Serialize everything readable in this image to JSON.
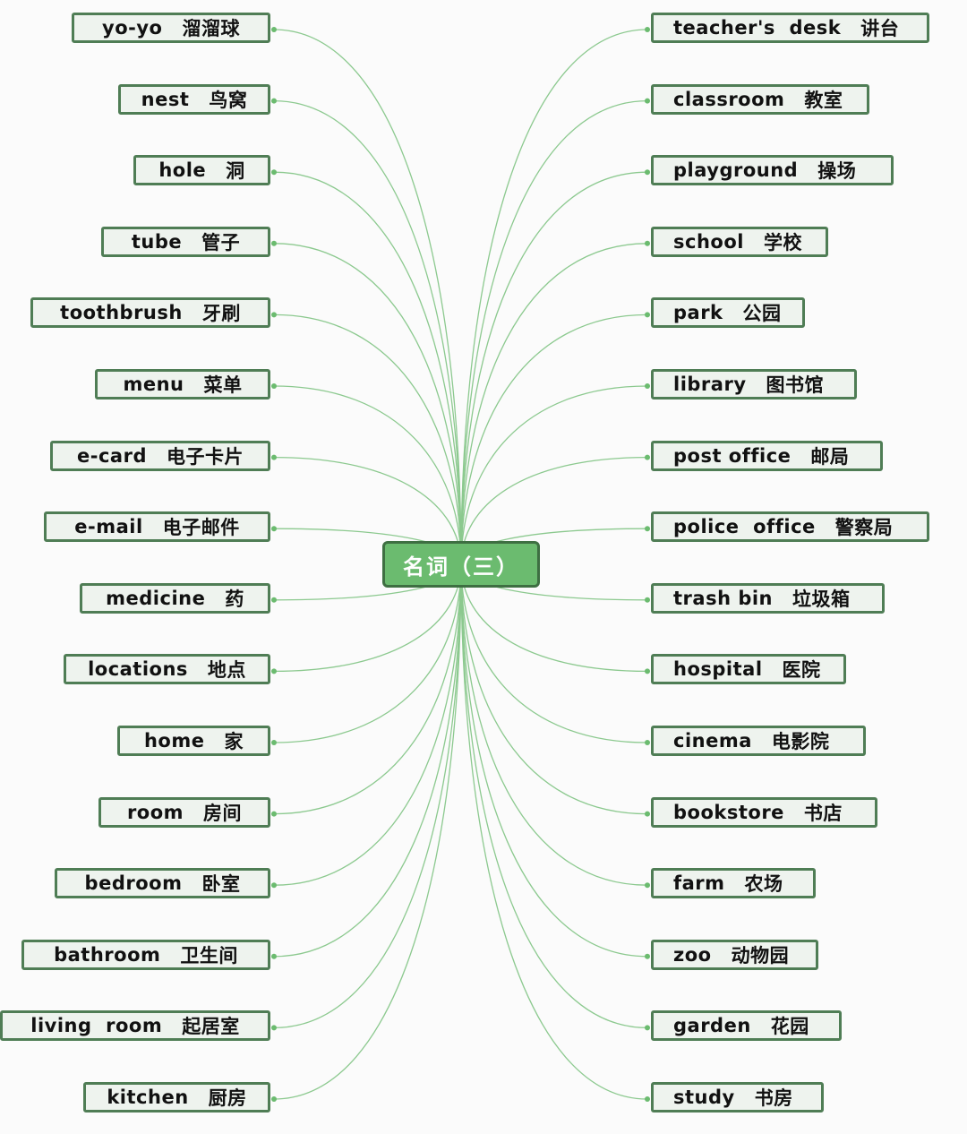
{
  "center": {
    "label": "名词（三）"
  },
  "colors": {
    "line": "#8cc98f",
    "dot": "#6bbb6f",
    "node_border": "#4f7d55",
    "node_fill": "#eef3ee",
    "center_fill": "#6bbb6f"
  },
  "left": [
    {
      "en": "yo-yo",
      "zh": "溜溜球"
    },
    {
      "en": "nest",
      "zh": "鸟窝"
    },
    {
      "en": "hole",
      "zh": "洞"
    },
    {
      "en": "tube",
      "zh": "管子"
    },
    {
      "en": "toothbrush",
      "zh": "牙刷"
    },
    {
      "en": "menu",
      "zh": "菜单"
    },
    {
      "en": "e-card",
      "zh": "电子卡片"
    },
    {
      "en": "e-mail",
      "zh": "电子邮件"
    },
    {
      "en": "medicine",
      "zh": "药"
    },
    {
      "en": "locations",
      "zh": "地点"
    },
    {
      "en": "home",
      "zh": "家"
    },
    {
      "en": "room",
      "zh": "房间"
    },
    {
      "en": "bedroom",
      "zh": "卧室"
    },
    {
      "en": "bathroom",
      "zh": "卫生间"
    },
    {
      "en": "living  room",
      "zh": "起居室"
    },
    {
      "en": "kitchen",
      "zh": "厨房"
    }
  ],
  "right": [
    {
      "en": "teacher's  desk",
      "zh": "讲台"
    },
    {
      "en": "classroom",
      "zh": "教室"
    },
    {
      "en": "playground",
      "zh": "操场"
    },
    {
      "en": "school",
      "zh": "学校"
    },
    {
      "en": "park",
      "zh": "公园"
    },
    {
      "en": "library",
      "zh": "图书馆"
    },
    {
      "en": "post office",
      "zh": "邮局"
    },
    {
      "en": "police  office",
      "zh": "警察局"
    },
    {
      "en": "trash bin",
      "zh": "垃圾箱"
    },
    {
      "en": "hospital",
      "zh": "医院"
    },
    {
      "en": "cinema",
      "zh": "电影院"
    },
    {
      "en": "bookstore",
      "zh": "书店"
    },
    {
      "en": "farm",
      "zh": "农场"
    },
    {
      "en": "zoo",
      "zh": "动物园"
    },
    {
      "en": "garden",
      "zh": "花园"
    },
    {
      "en": "study",
      "zh": "书房"
    }
  ]
}
